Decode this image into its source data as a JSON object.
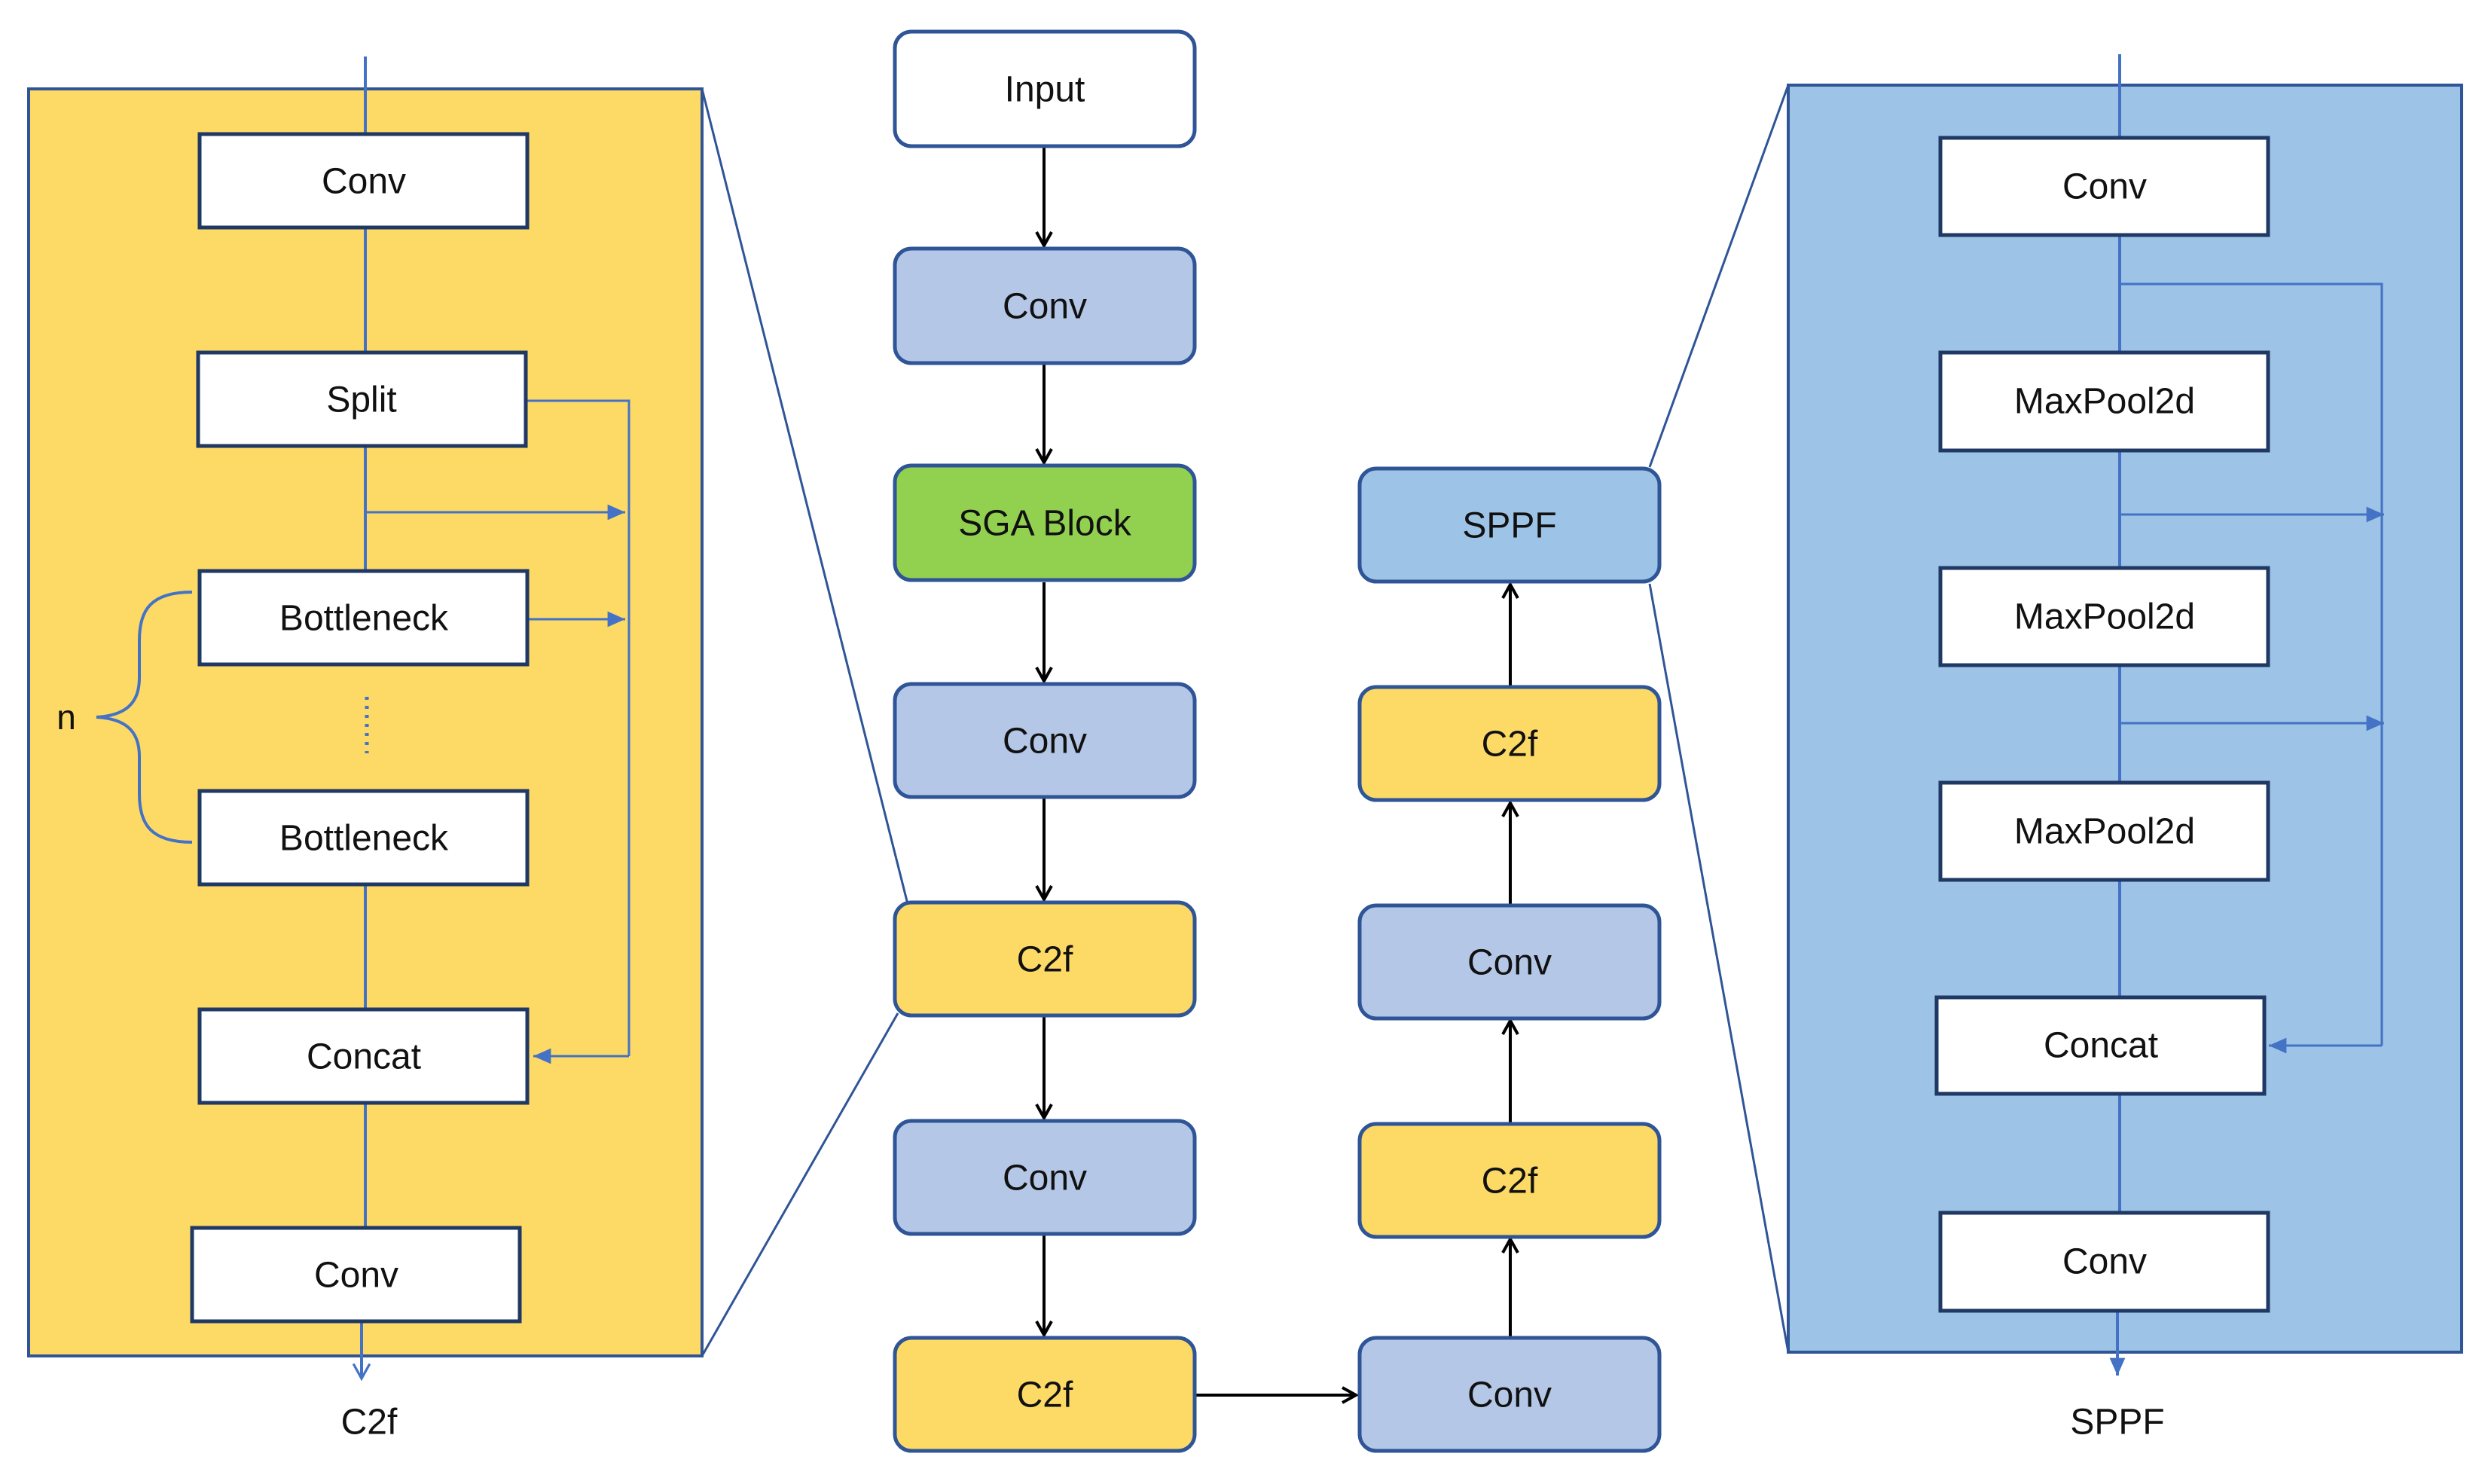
{
  "colors": {
    "c2f_panel": "#FDD966",
    "sppf_panel": "#9DC3E6",
    "panel_border": "#2F5597",
    "conv_node": "#B4C7E7",
    "c2f_node": "#FDD966",
    "sga_node": "#92D050",
    "sppf_node": "#9DC3E6",
    "input_node": "#FFFFFF",
    "connector": "#4472C4",
    "main_arrow": "#000000"
  },
  "main_flow": {
    "input": "Input",
    "conv1": "Conv",
    "sga": "SGA Block",
    "conv2": "Conv",
    "c2f1": "C2f",
    "conv3": "Conv",
    "c2f2": "C2f",
    "conv4": "Conv",
    "c2f3": "C2f",
    "conv5": "Conv",
    "c2f4": "C2f",
    "sppf": "SPPF"
  },
  "c2f_detail": {
    "caption": "C2f",
    "conv_top": "Conv",
    "split": "Split",
    "bottleneck_1": "Bottleneck",
    "bottleneck_2": "Bottleneck",
    "concat": "Concat",
    "conv_bottom": "Conv",
    "repeat_label": "n"
  },
  "sppf_detail": {
    "caption": "SPPF",
    "conv_top": "Conv",
    "maxpool_1": "MaxPool2d",
    "maxpool_2": "MaxPool2d",
    "maxpool_3": "MaxPool2d",
    "concat": "Concat",
    "conv_bottom": "Conv"
  }
}
